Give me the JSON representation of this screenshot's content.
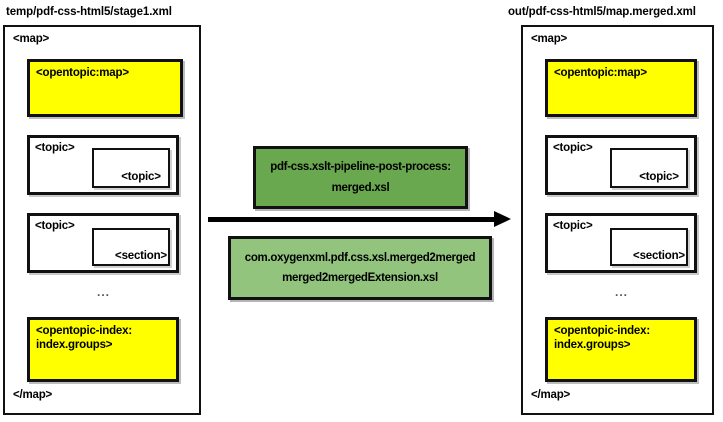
{
  "panels": {
    "left": {
      "title": "temp/pdf-css-html5/stage1.xml",
      "open_tag": "<map>",
      "close_tag": "</map>",
      "ellipsis": "...",
      "blocks": [
        {
          "kind": "yellow",
          "text": "<opentopic:map>"
        },
        {
          "kind": "topic",
          "outer": "<topic>",
          "inner": "<topic>"
        },
        {
          "kind": "topic",
          "outer": "<topic>",
          "inner": "<section>"
        },
        {
          "kind": "yellow",
          "text": "<opentopic-index:\nindex.groups>"
        }
      ]
    },
    "right": {
      "title": "out/pdf-css-html5/map.merged.xml",
      "open_tag": "<map>",
      "close_tag": "</map>",
      "ellipsis": "...",
      "blocks": [
        {
          "kind": "yellow",
          "text": "<opentopic:map>"
        },
        {
          "kind": "topic",
          "outer": "<topic>",
          "inner": "<topic>"
        },
        {
          "kind": "topic",
          "outer": "<topic>",
          "inner": "<section>"
        },
        {
          "kind": "yellow",
          "text": "<opentopic-index:\nindex.groups>"
        }
      ]
    }
  },
  "process": {
    "top_box": {
      "line1": "pdf-css.xslt-pipeline-post-process:",
      "line2": "merged.xsl",
      "color": "#6aa84f"
    },
    "bottom_box": {
      "line1": "com.oxygenxml.pdf.css.xsl.merged2merged",
      "line2": "merged2mergedExtension.xsl",
      "color": "#93c47d"
    },
    "arrow": {
      "name": "transform-arrow",
      "direction": "right"
    }
  },
  "colors": {
    "yellow": "#FFFF00",
    "dark_green": "#6aa84f",
    "light_green": "#93c47d",
    "stroke": "#111111",
    "background": "#FFFFFF"
  }
}
